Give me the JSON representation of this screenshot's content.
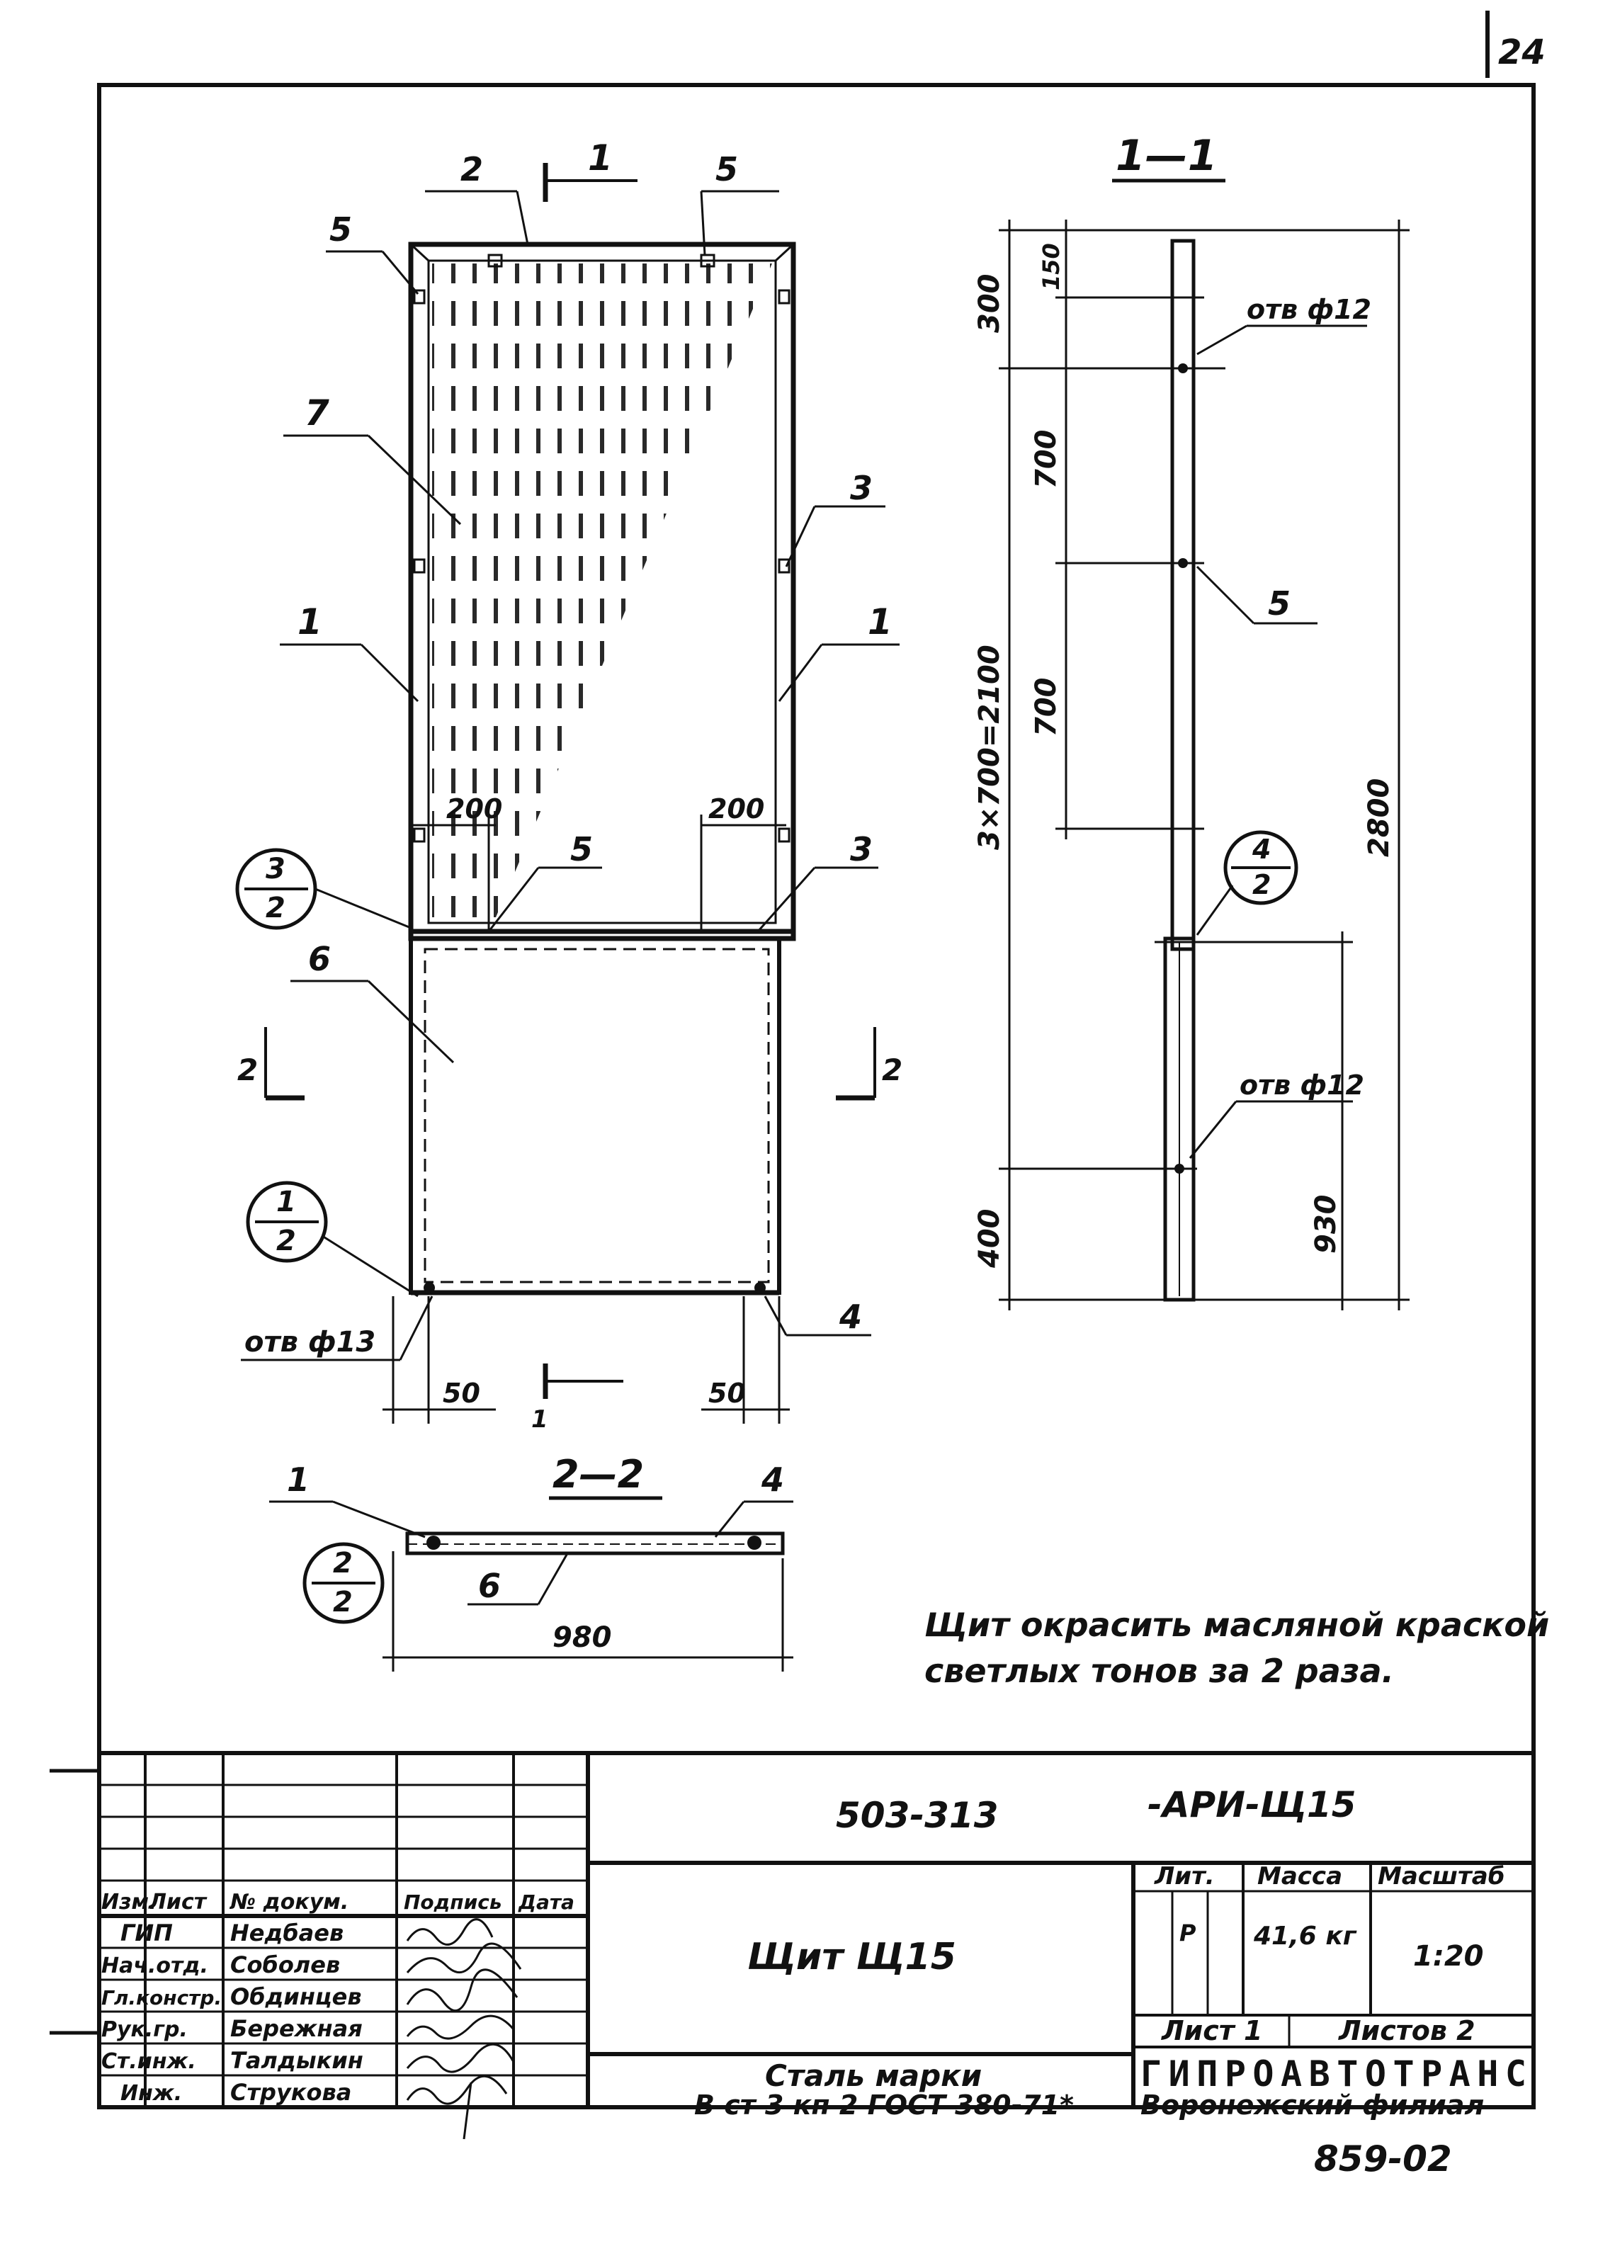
{
  "sheet": {
    "page_number": "24",
    "doc_code": "859-02"
  },
  "main_view": {
    "section_mark": "1",
    "section_mark_bottom": "1",
    "callouts": {
      "c1_left": "1",
      "c1_right": "1",
      "c2": "2",
      "c3": "3",
      "c3_lower": "3",
      "c4": "4",
      "c5_top_left": "5",
      "c5_top_right": "5",
      "c5_lower": "5",
      "c6": "6",
      "c7": "7"
    },
    "dim_200_left": "200",
    "dim_200_right": "200",
    "dim_50_left": "50",
    "dim_50_right": "50",
    "hole_label": "отв ф13",
    "section_2_left": "2",
    "section_2_right": "2",
    "detail_3_2": {
      "top": "3",
      "bottom": "2"
    },
    "detail_1_2": {
      "top": "1",
      "bottom": "2"
    }
  },
  "section_1_1": {
    "title": "1—1",
    "dims": [
      "300",
      "150",
      "700",
      "700",
      "3×700=2100",
      "2800",
      "400",
      "930"
    ],
    "hole_top": "отв ф12",
    "hole_bottom": "отв ф12",
    "callout_5": "5",
    "detail_4_2": {
      "top": "4",
      "bottom": "2"
    }
  },
  "section_2_2": {
    "title": "2—2",
    "callout_1": "1",
    "callout_4": "4",
    "callout_6": "6",
    "dim_980": "980",
    "detail_2_2": {
      "top": "2",
      "bottom": "2"
    }
  },
  "note": {
    "line1": "Щит окрасить масляной краской",
    "line2": "светлых тонов за 2 раза."
  },
  "title_block": {
    "designation_code": "503-313",
    "designation_suffix": "-АРИ-Щ15",
    "headers": [
      "Изм.",
      "Лист",
      "№ докум.",
      "Подпись",
      "Дата"
    ],
    "staff": [
      {
        "role": "ГИП",
        "name": "Недбаев"
      },
      {
        "role": "Нач.отд.",
        "name": "Соболев"
      },
      {
        "role": "Гл.констр.",
        "name": "Обдинцев"
      },
      {
        "role": "Рук.гр.",
        "name": "Бережная"
      },
      {
        "role": "Ст.инж.",
        "name": "Талдыкин"
      },
      {
        "role": "Инж.",
        "name": "Струкова"
      }
    ],
    "item_name": "Щит Щ15",
    "material_line1": "Сталь марки",
    "material_line2": "В ст 3 кп 2 ГОСТ 380-71*",
    "lit_label": "Лит.",
    "mass_label": "Масса",
    "scale_label": "Масштаб",
    "lit_value": "Р",
    "mass_value": "41,6 кг",
    "scale_value": "1:20",
    "sheet_label": "Лист 1",
    "sheets_label": "Листов 2",
    "organization": "ГИПРОАВТОТРАНС",
    "branch": "Воронежский филиал"
  }
}
